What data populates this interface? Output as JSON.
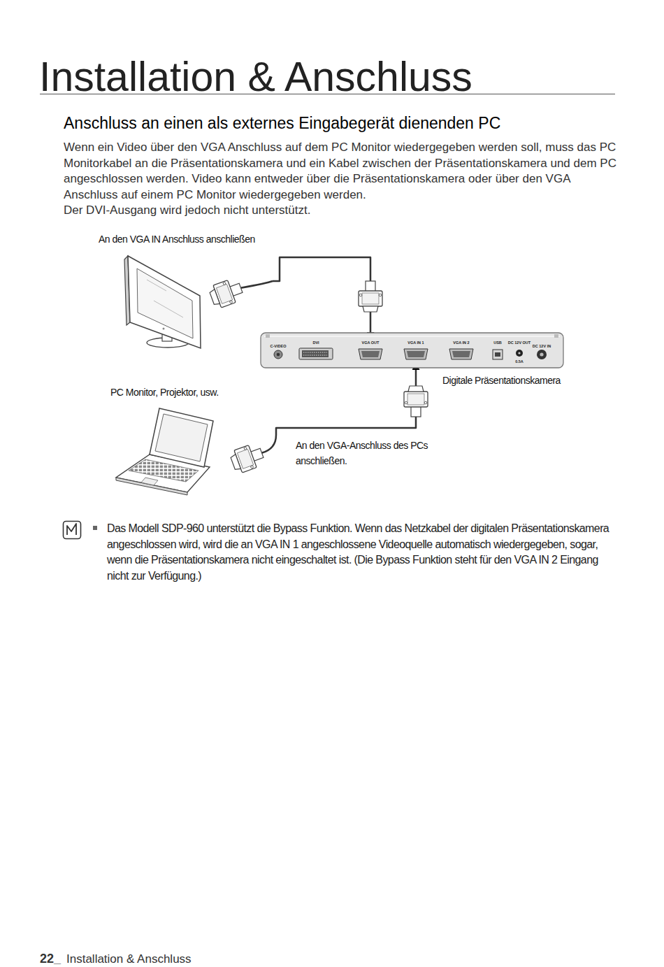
{
  "diagram": {
    "title": "Installation & Anschluss",
    "nodes": [
      {
        "text": [
          "An den VGA IN Anschluss anschließen",
          "PC Monitor, Projektor, usw."
        ]
      },
      {
        "text": [
          "Digitale Präsentationskamera"
        ]
      },
      {
        "text": [
          "C-VIDEO"
        ],
        "in": 1
      },
      {
        "text": [
          "DVI"
        ],
        "in": 1
      },
      {
        "text": [
          "VGA OUT"
        ],
        "in": 1
      },
      {
        "text": [
          "VGA IN 1"
        ],
        "in": 1
      },
      {
        "text": [
          "VGA IN 2"
        ],
        "in": 1
      },
      {
        "text": [
          "USB"
        ],
        "in": 1
      },
      {
        "text": [
          "DC 12V OUT",
          "0.5A"
        ],
        "in": 1
      },
      {
        "text": [
          "DC 12V IN"
        ],
        "in": 1
      },
      {
        "text": [
          "An den VGA-Anschluss des PCs anschließen."
        ]
      }
    ],
    "edges": [
      {
        "from": 0,
        "to": 4,
        "arrow": "to"
      },
      {
        "from": 10,
        "to": 5,
        "arrow": "to"
      }
    ],
    "labels": [
      "Anschluss an einen als externes Eingabegerät dienenden PC",
      "Wenn ein Video über den VGA Anschluss auf dem PC Monitor wiedergegeben werden soll, muss das PC Monitorkabel an die Präsentationskamera und ein Kabel zwischen der Präsentationskamera und dem PC angeschlossen werden. Video kann entweder über die Präsentationskamera oder über den VGA Anschluss auf einem PC Monitor wiedergegeben werden.",
      "Der DVI-Ausgang wird jedoch nicht unterstützt.",
      "Das Modell SDP-960 unterstützt die Bypass Funktion. Wenn das Netzkabel der digitalen Präsentationskamera angeschlossen wird, wird die an VGA IN 1 angeschlossene Videoquelle automatisch wiedergegeben, sogar, wenn die Präsentationskamera nicht eingeschaltet ist. (Die Bypass Funktion steht für den VGA IN 2 Eingang nicht zur Verfügung.)",
      "22_",
      "Installation & Anschluss"
    ]
  }
}
